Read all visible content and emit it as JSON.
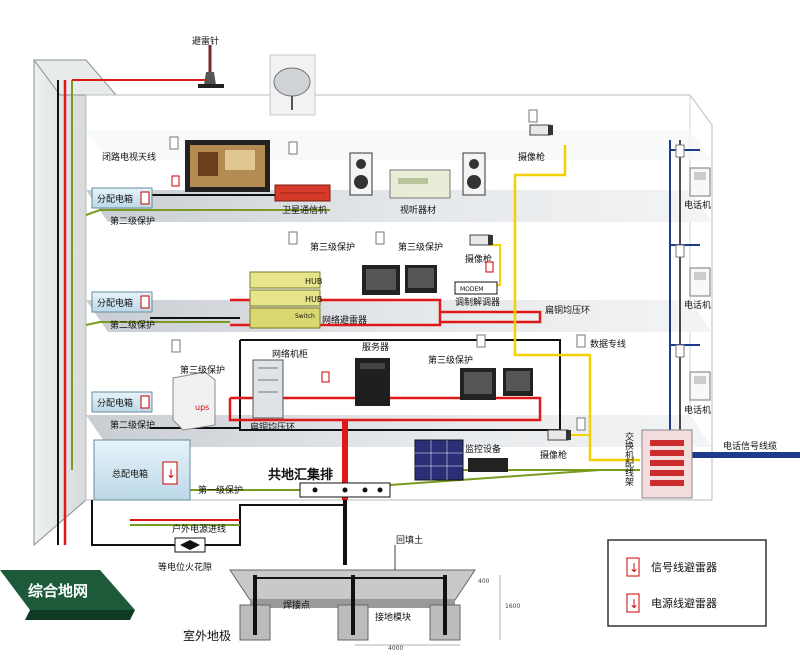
{
  "labels": {
    "lightning_rod": "避雷针",
    "cctv_antenna": "闭路电视天线",
    "satellite_device": "卫星通信机",
    "av_equipment": "视听器材",
    "camera_1": "摄像枪",
    "camera_2": "摄像枪",
    "camera_3": "摄像枪",
    "phone_1": "电话机",
    "phone_2": "电话机",
    "phone_3": "电话机",
    "dist_box_1": "分配电箱",
    "dist_box_2": "分配电箱",
    "dist_box_3": "分配电箱",
    "second_protect_1": "第二级保护",
    "second_protect_2": "第二级保护",
    "second_protect_3": "第二级保护",
    "third_protect_1": "第三级保护",
    "third_protect_2": "第三级保护",
    "third_protect_3": "第三级保护",
    "third_protect_4": "第三级保护",
    "hub_1": "HUB",
    "hub_2": "HUB",
    "switch": "Switch",
    "net_arrester": "网络避雷器",
    "modem_tag": "MODEM",
    "modem": "调制解调器",
    "copper_ring_1": "扁铜均压环",
    "copper_ring_2": "扁铜均压环",
    "net_cabinet": "网络机柜",
    "server": "服务器",
    "data_line": "数据专线",
    "ups": "ups",
    "monitor_equip": "监控设备",
    "exchange": "交换机配线架",
    "phone_cable": "电话信号线缆",
    "main_box": "总配电箱",
    "first_protect": "第一级保护",
    "ground_bus": "共地汇集排",
    "outdoor_power": "户外电源进线",
    "spark_gap": "等电位火花隙",
    "ground_grid": "综合地网",
    "backfill": "回填土",
    "weld_point": "焊接点",
    "ground_module": "接地模块",
    "outdoor_ground": "室外地极",
    "dim_400": "400",
    "dim_1600": "1600",
    "dim_4000": "4000"
  },
  "legend": {
    "signal": "信号线避雷器",
    "power": "电源线避雷器"
  },
  "colors": {
    "power_line": "#e01818",
    "signal_line": "#f5d000",
    "ground_line": "#7a9a20",
    "phone_line": "#1e3a8a",
    "black_line": "#111111"
  }
}
